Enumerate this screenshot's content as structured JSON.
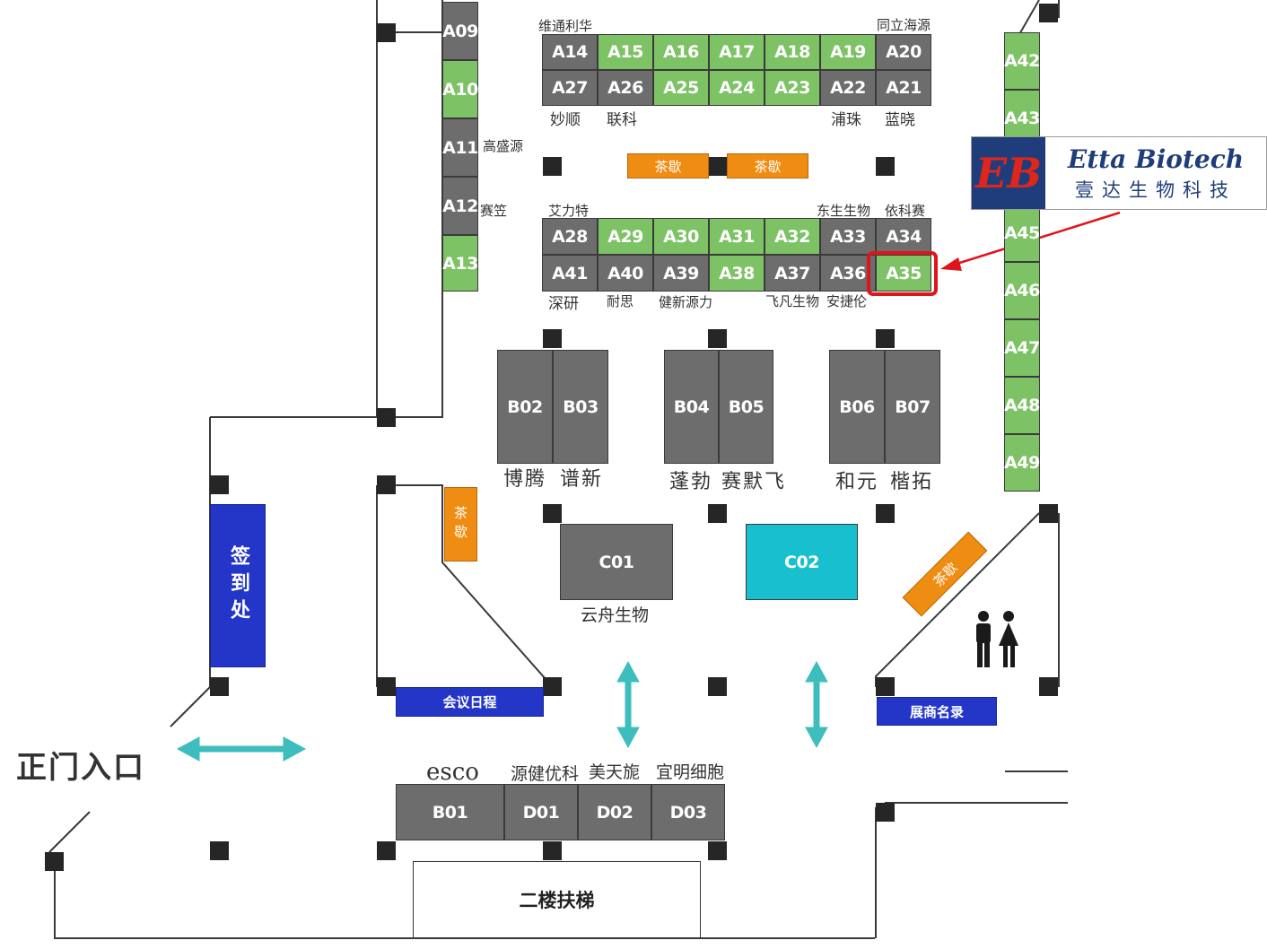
{
  "map": {
    "entrance_label": "正门入口",
    "signin_label": "签到处",
    "agenda_label": "会议日程",
    "exhibitors_label": "展商名录",
    "escalator_label": "二楼扶梯",
    "tea_label": "茶歇",
    "restroom_icon": "restroom-icon",
    "arrow_color": "#3dbdbd",
    "highlight_color": "#e0141b",
    "highlighted_booth": "A35"
  },
  "logo": {
    "mark": "EB",
    "name_en": "Etta Biotech",
    "name_cn": "壹达生物科技"
  },
  "booths": {
    "a09": "A09",
    "a10": "A10",
    "a11": "A11",
    "a12": "A12",
    "a13": "A13",
    "a14": "A14",
    "a15": "A15",
    "a16": "A16",
    "a17": "A17",
    "a18": "A18",
    "a19": "A19",
    "a20": "A20",
    "a27": "A27",
    "a26": "A26",
    "a25": "A25",
    "a24": "A24",
    "a23": "A23",
    "a22": "A22",
    "a21": "A21",
    "a28": "A28",
    "a29": "A29",
    "a30": "A30",
    "a31": "A31",
    "a32": "A32",
    "a33": "A33",
    "a34": "A34",
    "a41": "A41",
    "a40": "A40",
    "a39": "A39",
    "a38": "A38",
    "a37": "A37",
    "a36": "A36",
    "a35": "A35",
    "a42": "A42",
    "a43": "A43",
    "a45": "A45",
    "a46": "A46",
    "a47": "A47",
    "a48": "A48",
    "a49": "A49",
    "b01": "B01",
    "b02": "B02",
    "b03": "B03",
    "b04": "B04",
    "b05": "B05",
    "b06": "B06",
    "b07": "B07",
    "c01": "C01",
    "c02": "C02",
    "d01": "D01",
    "d02": "D02",
    "d03": "D03"
  },
  "exhibitors": {
    "weitong": "维通利华",
    "tongli": "同立海源",
    "miaoshun": "妙顺",
    "lianke": "联科",
    "puzhu": "浦珠",
    "lanxiao": "蓝晓",
    "gaoshengyuan": "高盛源",
    "saili": "赛笠",
    "ailite": "艾力特",
    "dongsheng": "东生生物",
    "yikesai": "依科赛",
    "shenyan": "深研",
    "naisi": "耐思",
    "jianxin": "健新源力",
    "feifan": "飞凡生物",
    "anjielun": "安捷伦",
    "boteng": "博腾",
    "puxin": "谱新",
    "pengbo": "蓬勃",
    "saimofei": "赛默飞",
    "heyuan": "和元",
    "kaituo": "楷拓",
    "yunzhou": "云舟生物",
    "esco": "esco",
    "yuanjian": "源健优科",
    "meitianxuan": "美天旎",
    "yiming": "宜明细胞"
  }
}
